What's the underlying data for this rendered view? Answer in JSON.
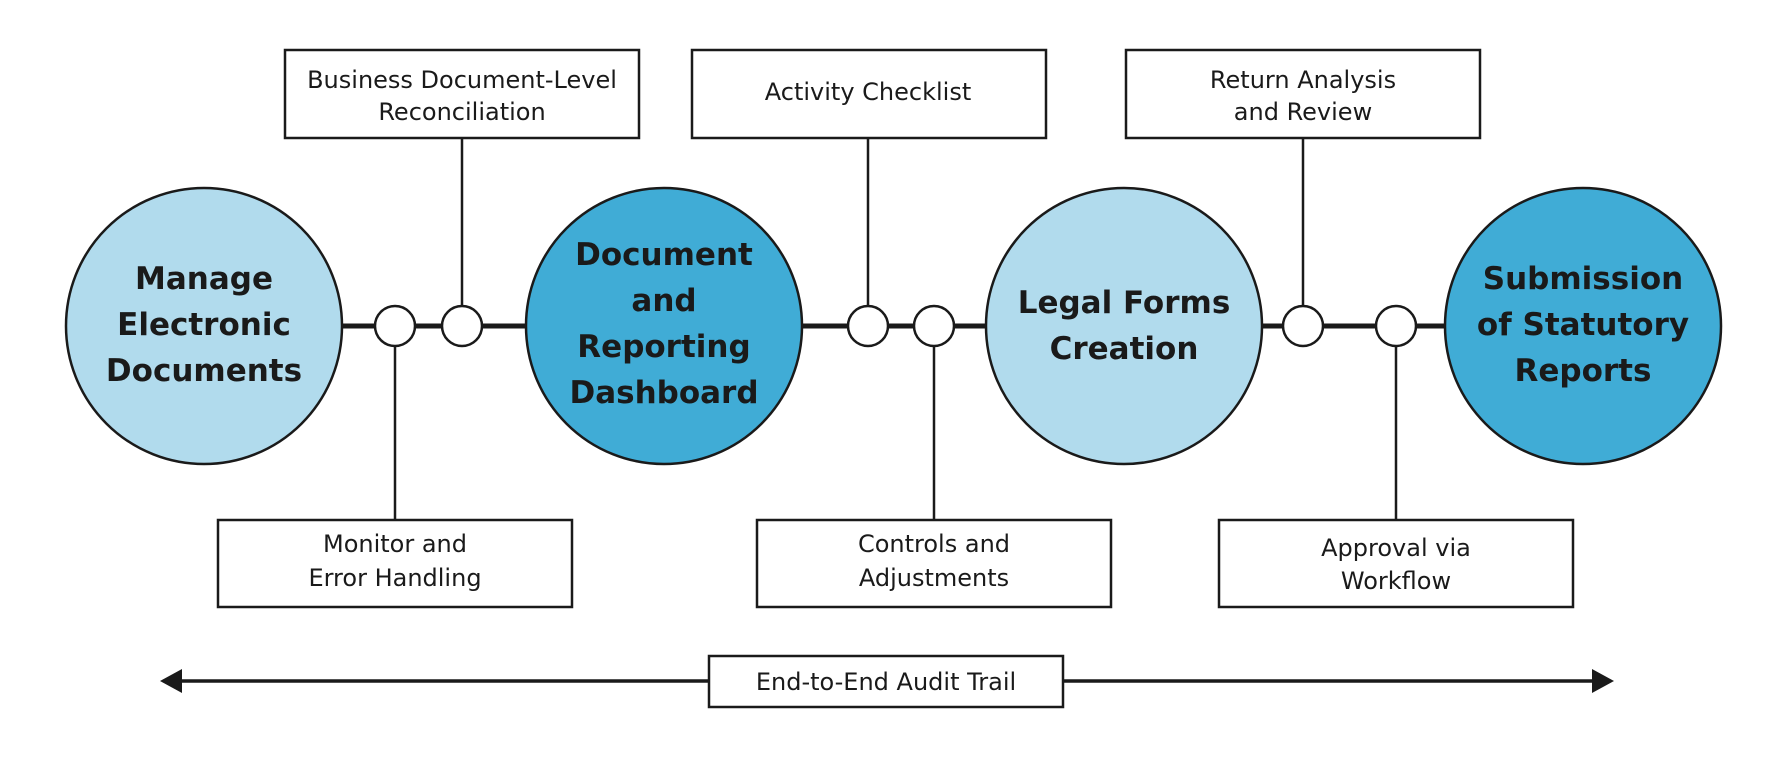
{
  "colors": {
    "light_circle": "#b1dbed",
    "dark_circle": "#40acd6",
    "stroke": "#1a1a1a",
    "box_fill": "#ffffff"
  },
  "stages": [
    {
      "lines": [
        "Manage",
        "Electronic",
        "Documents"
      ],
      "shade": "light"
    },
    {
      "lines": [
        "Document",
        "and",
        "Reporting",
        "Dashboard"
      ],
      "shade": "dark"
    },
    {
      "lines": [
        "Legal Forms",
        "Creation"
      ],
      "shade": "light"
    },
    {
      "lines": [
        "Submission",
        "of Statutory",
        "Reports"
      ],
      "shade": "dark"
    }
  ],
  "activities_top": [
    {
      "lines": [
        "Business Document-Level",
        "Reconciliation"
      ]
    },
    {
      "lines": [
        "Activity Checklist"
      ]
    },
    {
      "lines": [
        "Return Analysis",
        "and Review"
      ]
    }
  ],
  "activities_bottom": [
    {
      "lines": [
        "Monitor and",
        "Error Handling"
      ]
    },
    {
      "lines": [
        "Controls and",
        "Adjustments"
      ]
    },
    {
      "lines": [
        "Approval via",
        "Workflow"
      ]
    }
  ],
  "audit_trail": {
    "label": "End-to-End Audit Trail"
  }
}
